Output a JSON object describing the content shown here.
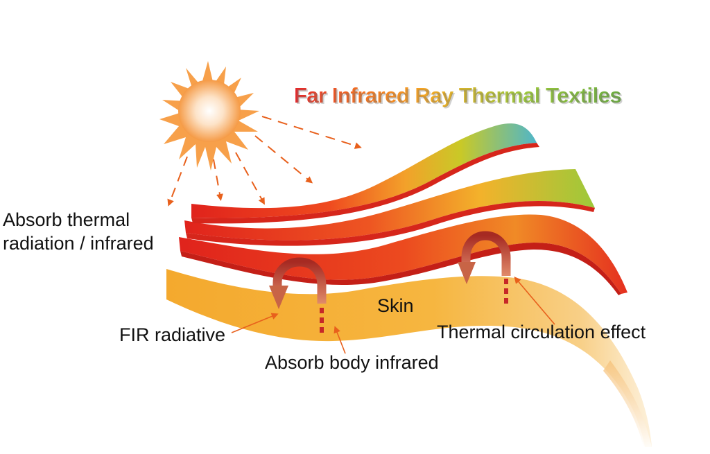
{
  "title": "Far Infrared Ray Thermal Textiles",
  "labels": {
    "absorb_thermal_line1": "Absorb thermal",
    "absorb_thermal_line2": "radiation / infrared",
    "fir_radiative": "FIR radiative",
    "absorb_body": "Absorb body infrared",
    "skin": "Skin",
    "thermal_circulation": "Thermal circulation effect"
  },
  "colors": {
    "sun": "#f7a04a",
    "ray_arrow": "#e8601c",
    "fabric_red": "#e02b1f",
    "fabric_orange": "#f26a21",
    "fabric_yellow": "#e8d21a",
    "fabric_teal": "#4fb6c9",
    "skin": "#f6b640",
    "circulation_arrow": "#b03a2e"
  }
}
